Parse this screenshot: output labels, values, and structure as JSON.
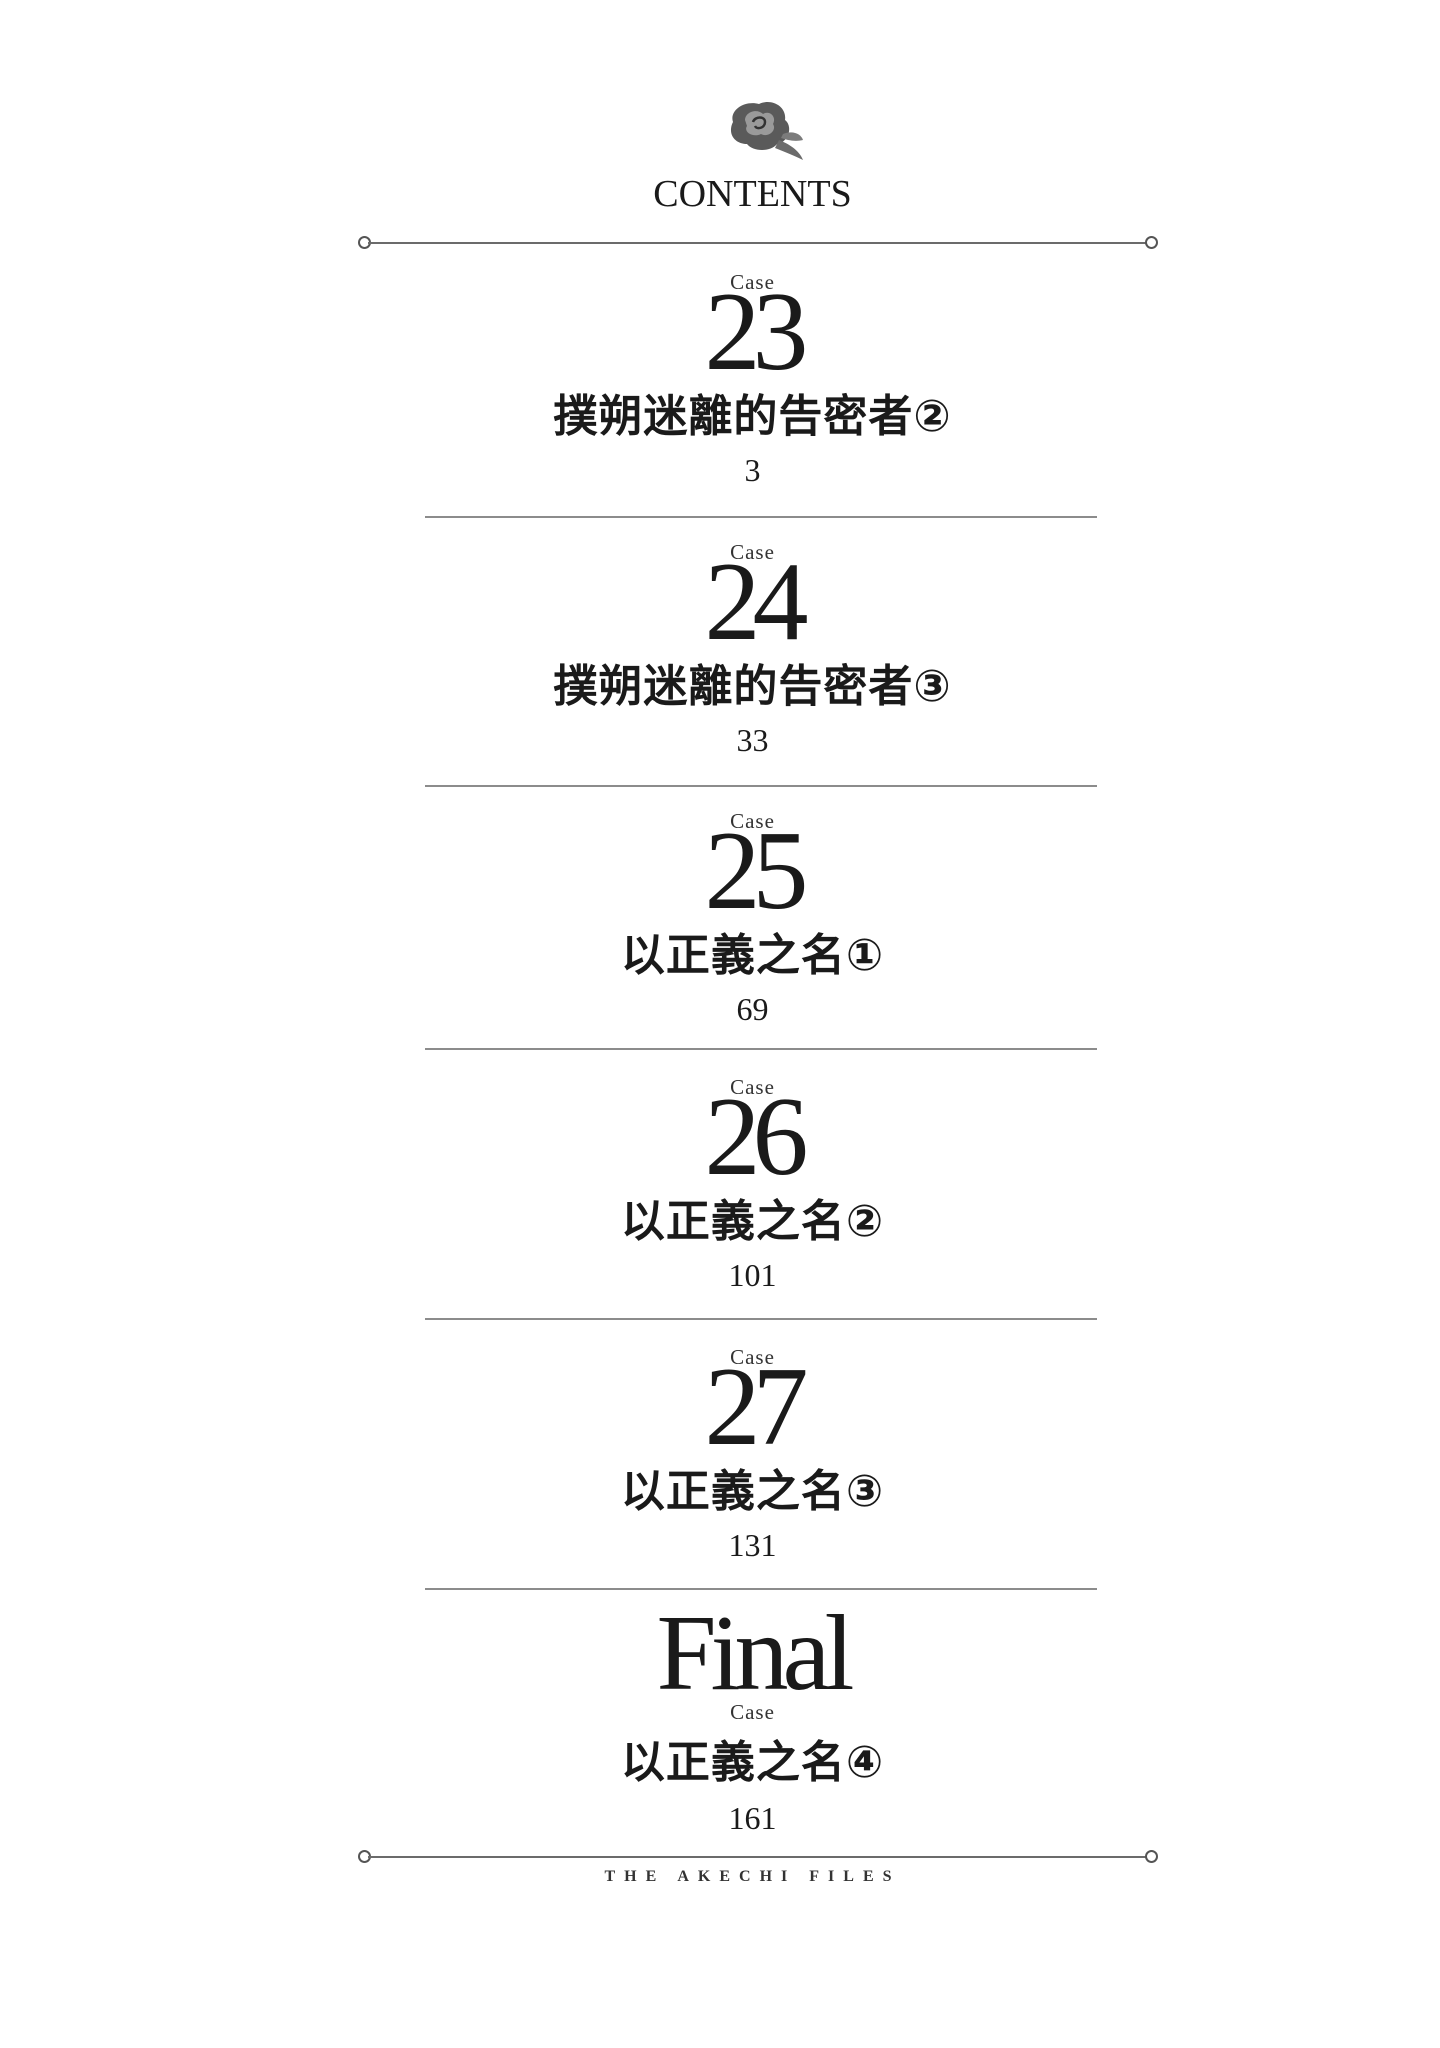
{
  "header": {
    "title": "CONTENTS",
    "logo_icon": "rose-icon"
  },
  "cases": [
    {
      "label": "Case",
      "number": "23",
      "title": "撲朔迷離的告密者②",
      "page": "3"
    },
    {
      "label": "Case",
      "number": "24",
      "title": "撲朔迷離的告密者③",
      "page": "33"
    },
    {
      "label": "Case",
      "number": "25",
      "title": "以正義之名①",
      "page": "69"
    },
    {
      "label": "Case",
      "number": "26",
      "title": "以正義之名②",
      "page": "101"
    },
    {
      "label": "Case",
      "number": "27",
      "title": "以正義之名③",
      "page": "131"
    }
  ],
  "final_case": {
    "word": "Final",
    "label": "Case",
    "title": "以正義之名④",
    "page": "161"
  },
  "footer": {
    "series": "THE AKECHI FILES"
  }
}
